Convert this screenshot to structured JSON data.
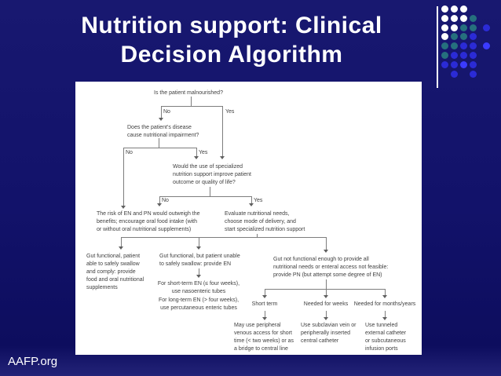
{
  "slide": {
    "title": "Nutrition support: Clinical\nDecision Algorithm",
    "footer": "AAFP.org",
    "colors": {
      "background": "#12126a",
      "title_text": "#ffffff",
      "panel": "#ffffff",
      "flow_text": "#404040",
      "flow_line": "#7d7d7d",
      "dot_white": "#ffffff",
      "dot_teal": "#26707e",
      "dot_blue": "#2b2bd6",
      "dot_bright_blue": "#3b3bff"
    },
    "decoration": {
      "name": "dot-grid",
      "pattern": [
        [
          "w",
          "w",
          "w",
          null,
          null
        ],
        [
          "w",
          "w",
          "w",
          "t",
          null
        ],
        [
          "w",
          "w",
          "t",
          "t",
          "b"
        ],
        [
          "w",
          "t",
          "t",
          "b",
          null
        ],
        [
          "t",
          "t",
          "b",
          "b",
          "B"
        ],
        [
          "t",
          "b",
          "b",
          "b",
          null
        ],
        [
          "b",
          "b",
          "B",
          "b",
          null
        ],
        [
          null,
          "b",
          null,
          "b",
          null
        ]
      ]
    }
  },
  "flowchart": {
    "nodes": {
      "q1": "Is the patient malnourished?",
      "q2": "Does the patient's disease\ncause nutritional impairment?",
      "q3": "Would the use of specialized\nnutrition support improve patient\noutcome or quality of life?",
      "risk": "The risk of EN and PN would outweigh the\nbenefits; encourage oral food intake (with\nor without oral nutritional supplements)",
      "evaluate": "Evaluate nutritional needs,\nchoose mode of delivery, and\nstart specialized nutrition support",
      "gut_oral": "Gut functional, patient\nable to safely swallow\nand comply: provide\nfood and oral nutritional\nsupplements",
      "gut_en": "Gut functional, but patient unable\nto safely swallow: provide EN",
      "gut_pn": "Gut not functional enough to provide all\nnutritional needs or enteral access not feasible:\nprovide PN (but attempt some degree of EN)",
      "short_en": "For short-term EN (≤ four weeks),\nuse nasoenteric tubes",
      "long_en": "For long-term EN (> four weeks),\nuse percutaneous enteric tubes",
      "peripheral": "May use peripheral\nvenous access for short\ntime (< two weeks) or as\na bridge to central line",
      "subclavian": "Use subclavian vein or\nperipherally inserted\ncentral catheter",
      "tunneled": "Use tunneled\nexternal catheter\nor subcutaneous\ninfusion ports"
    },
    "labels": {
      "q1_no": "No",
      "q1_yes": "Yes",
      "q2_no": "No",
      "q2_yes": "Yes",
      "q3_no": "No",
      "q3_yes": "Yes",
      "short_term": "Short term",
      "weeks": "Needed for weeks",
      "months": "Needed for months/years"
    }
  }
}
